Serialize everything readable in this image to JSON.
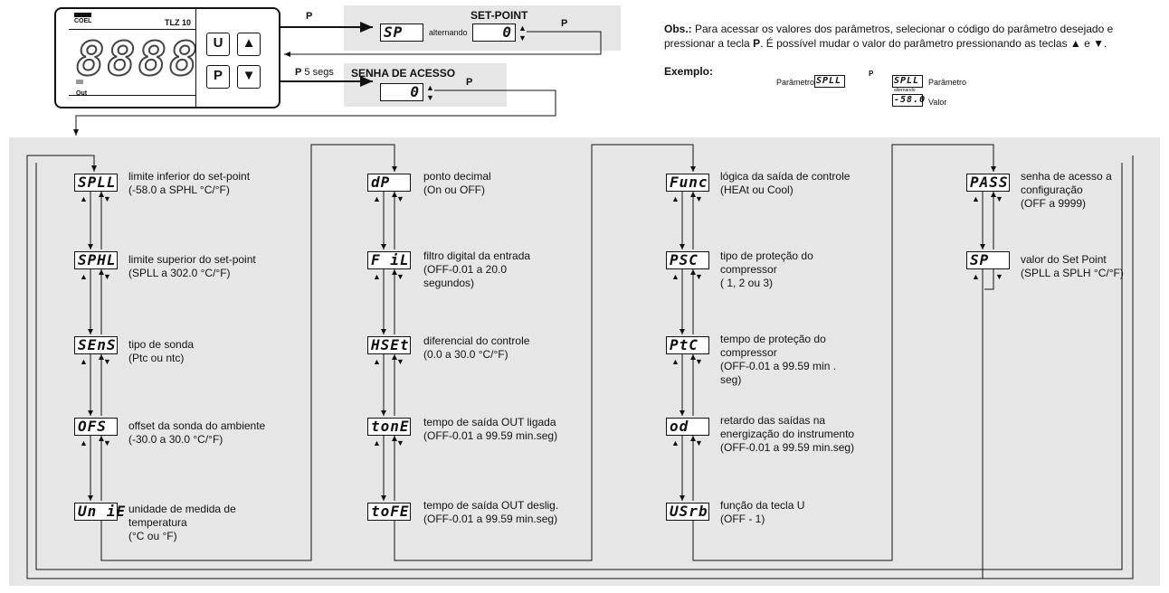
{
  "device": {
    "brand": "COEL",
    "model": "TLZ 10",
    "display": "8888.",
    "out_label": "Out",
    "button_u": "U",
    "button_p": "P"
  },
  "setpoint_box": {
    "title": "SET-POINT",
    "code": "SP",
    "alternando": "alternando",
    "value": "0"
  },
  "senha_box": {
    "title": "SENHA DE ACESSO",
    "value": "0"
  },
  "arrow_labels": {
    "p_top": "P",
    "p_setpoint_out": "P",
    "p_5segs_key": "P",
    "p_5segs_text": "5 segs",
    "p_senha_out": "P"
  },
  "obs": {
    "label": "Obs.:",
    "text": " Para acessar os valores dos parâmetros, selecionar o código do parâmetro desejado e pressionar a tecla ",
    "key": "P",
    "text2": ". É possível mudar o valor do parâmetro pressionando as teclas ▲ e ▼."
  },
  "exemplo": {
    "label": "Exemplo:",
    "param_left": "Parâmetro",
    "code_left": "SPLL",
    "p": "P",
    "code_right": "SPLL",
    "param_right": "Parâmetro",
    "alternando": "alternando",
    "value": "-58.0",
    "value_label": "Valor"
  },
  "menu": {
    "col1": [
      {
        "code": "SPLL",
        "desc": "limite inferior do set-point",
        "range": "(-58.0 a SPHL °C/°F)"
      },
      {
        "code": "SPHL",
        "desc": "limite superior do set-point",
        "range": "(SPLL a 302.0 °C/°F)"
      },
      {
        "code": "SEnS",
        "desc": "tipo de sonda",
        "range": "(Ptc ou ntc)"
      },
      {
        "code": "OFS",
        "desc": "offset da sonda do ambiente",
        "range": "(-30.0 a 30.0 °C/°F)"
      },
      {
        "code": "Un iE",
        "desc": "unidade de medida de temperatura",
        "range": "(°C ou °F)"
      }
    ],
    "col2": [
      {
        "code": "dP",
        "desc": "ponto decimal",
        "range": "(On ou OFF)"
      },
      {
        "code": "F iL",
        "desc": "filtro digital da entrada",
        "range": "(OFF-0.01 a 20.0 segundos)"
      },
      {
        "code": "HSEt",
        "desc": "diferencial do controle",
        "range": "(0.0 a 30.0 °C/°F)"
      },
      {
        "code": "tonE",
        "desc": "tempo de saída OUT ligada",
        "range": "(OFF-0.01 a 99.59 min.seg)"
      },
      {
        "code": "toFE",
        "desc": "tempo de saída OUT deslig.",
        "range": "(OFF-0.01 a 99.59 min.seg)"
      }
    ],
    "col3": [
      {
        "code": "Func",
        "desc": "lógica da saída de controle",
        "range": "(HEAt ou Cool)"
      },
      {
        "code": "PSC",
        "desc": "tipo de proteção do compressor",
        "range": "( 1, 2 ou 3)"
      },
      {
        "code": "PtC",
        "desc": "tempo de proteção do compressor",
        "range": "(OFF-0.01 a 99.59 min . seg)"
      },
      {
        "code": "od",
        "desc": "retardo das saídas na energização do instrumento",
        "range": "(OFF-0.01 a 99.59 min.seg)"
      },
      {
        "code": "USrb",
        "desc": "função da tecla U",
        "range": "(OFF - 1)"
      }
    ],
    "col4": [
      {
        "code": "PASS",
        "desc": "senha de acesso a configuração",
        "range": "(OFF a 9999)"
      },
      {
        "code": "SP",
        "desc": "valor do Set Point",
        "range": "(SPLL a SPLH °C/°F)"
      }
    ]
  }
}
